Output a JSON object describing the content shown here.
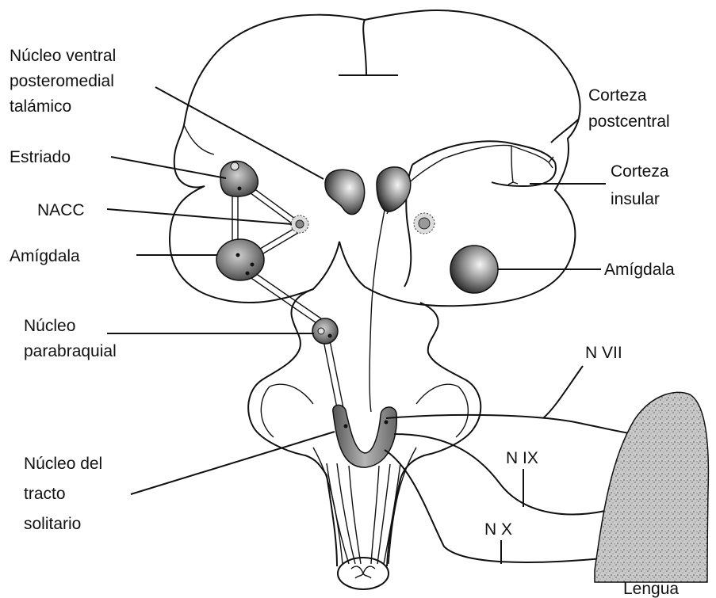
{
  "labels": {
    "nucleo_ventral": [
      "Núcleo ventral",
      "posteromedial",
      "talámico"
    ],
    "corteza_postcentral": [
      "Corteza",
      "postcentral"
    ],
    "estriado": "Estriado",
    "corteza_insular": [
      "Corteza",
      "insular"
    ],
    "nacc": "NACC",
    "amigdala_left": "Amígdala",
    "amigdala_right": "Amígdala",
    "nucleo_parabraquial": [
      "Núcleo",
      "parabraquial"
    ],
    "n_vii": "N VII",
    "nucleo_tracto_solitario": [
      "Núcleo del",
      "tracto",
      "solitario"
    ],
    "n_ix": "N IX",
    "n_x": "N X",
    "lengua": "Lengua"
  },
  "colors": {
    "line": "#111111",
    "nucleus_fill": "#8a8a8a",
    "tongue_fill": "#bdbdbd"
  }
}
